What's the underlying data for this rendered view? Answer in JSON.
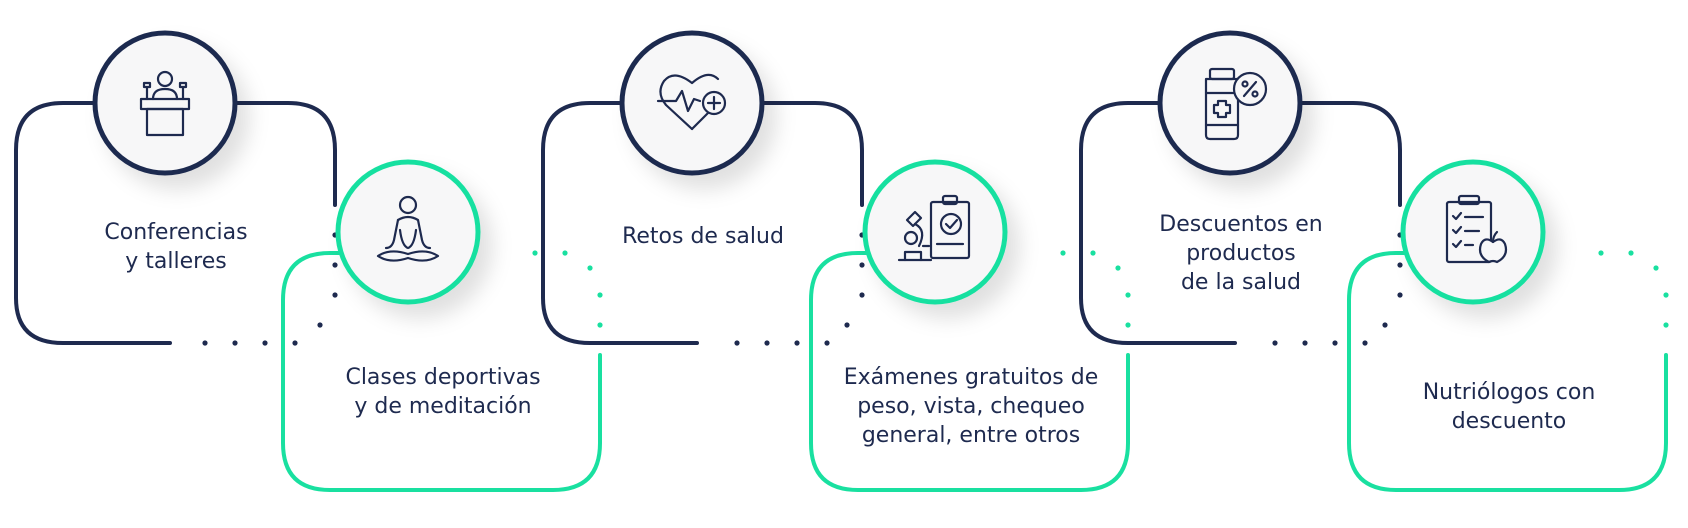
{
  "colors": {
    "navy": "#1e2a4f",
    "green": "#19e0a0",
    "circle_fill": "#f7f7f8"
  },
  "items": [
    {
      "icon": "speaker-podium-icon",
      "color": "navy",
      "lines": [
        "Conferencias",
        "y talleres"
      ]
    },
    {
      "icon": "meditation-icon",
      "color": "green",
      "lines": [
        "Clases deportivas",
        "y de meditación"
      ]
    },
    {
      "icon": "heart-plus-icon",
      "color": "navy",
      "lines": [
        "Retos de salud"
      ]
    },
    {
      "icon": "microscope-clipboard-icon",
      "color": "green",
      "lines": [
        "Exámenes gratuitos de",
        "peso, vista, chequeo",
        "general, entre otros"
      ]
    },
    {
      "icon": "medicine-bottle-discount-icon",
      "color": "navy",
      "lines": [
        "Descuentos en",
        "productos",
        "de la salud"
      ]
    },
    {
      "icon": "nutrition-checklist-icon",
      "color": "green",
      "lines": [
        "Nutriólogos con",
        "descuento"
      ]
    }
  ]
}
